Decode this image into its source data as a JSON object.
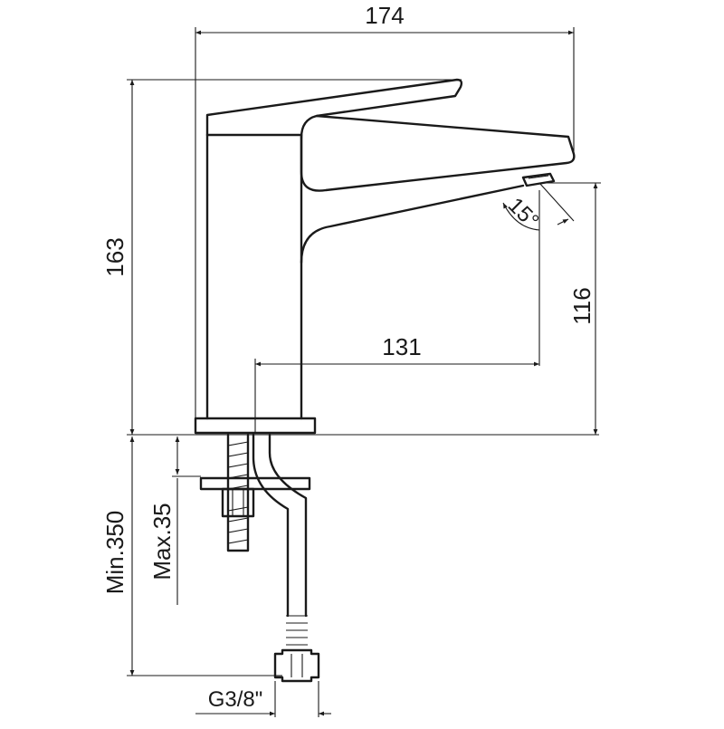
{
  "dimensions": {
    "overall_width": "174",
    "overall_height": "163",
    "spout_height": "116",
    "spout_reach": "131",
    "spout_angle": "15°",
    "hose_length": "Min.350",
    "max_counter_thickness": "Max.35",
    "connection_thread": "G3/8\""
  }
}
